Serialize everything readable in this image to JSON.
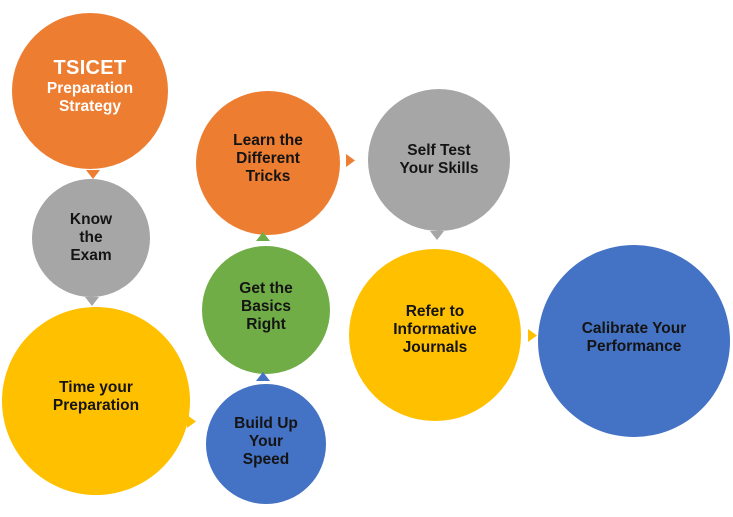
{
  "colors": {
    "orange": "#ED7D31",
    "gray": "#A6A6A6",
    "yellow": "#FFC000",
    "green": "#70AD47",
    "blue": "#4472C4",
    "label_dark": "#141414",
    "label_light": "#FFFFFF",
    "background": "#FFFFFF"
  },
  "diagram": {
    "circles": {
      "tsicet": {
        "title": "TSICET",
        "subtitle": "Preparation\nStrategy",
        "color": "#ED7D31"
      },
      "know_exam": {
        "label": "Know\nthe\nExam",
        "color": "#A6A6A6"
      },
      "time_prep": {
        "label": "Time your\nPreparation",
        "color": "#FFC000"
      },
      "learn_tricks": {
        "label": "Learn the\nDifferent\nTricks",
        "color": "#ED7D31"
      },
      "basics": {
        "label": "Get the\nBasics\nRight",
        "color": "#70AD47"
      },
      "build_speed": {
        "label": "Build Up\nYour\nSpeed",
        "color": "#4472C4"
      },
      "self_test": {
        "label": "Self Test\nYour Skills",
        "color": "#A6A6A6"
      },
      "refer_journals": {
        "label": "Refer to\nInformative\nJournals",
        "color": "#FFC000"
      },
      "calibrate": {
        "label": "Calibrate Your\nPerformance",
        "color": "#4472C4"
      }
    },
    "arrows": {
      "tsicet_to_know": {
        "direction": "down",
        "color": "#ED7D31"
      },
      "know_to_time": {
        "direction": "down",
        "color": "#A6A6A6"
      },
      "time_to_speed": {
        "direction": "right",
        "color": "#FFC000"
      },
      "speed_to_basics": {
        "direction": "up",
        "color": "#4472C4"
      },
      "basics_to_tricks": {
        "direction": "up",
        "color": "#70AD47"
      },
      "tricks_to_selftest": {
        "direction": "right",
        "color": "#ED7D31"
      },
      "selftest_to_journals": {
        "direction": "down",
        "color": "#A6A6A6"
      },
      "journals_to_calibrate": {
        "direction": "right",
        "color": "#FFC000"
      }
    }
  }
}
